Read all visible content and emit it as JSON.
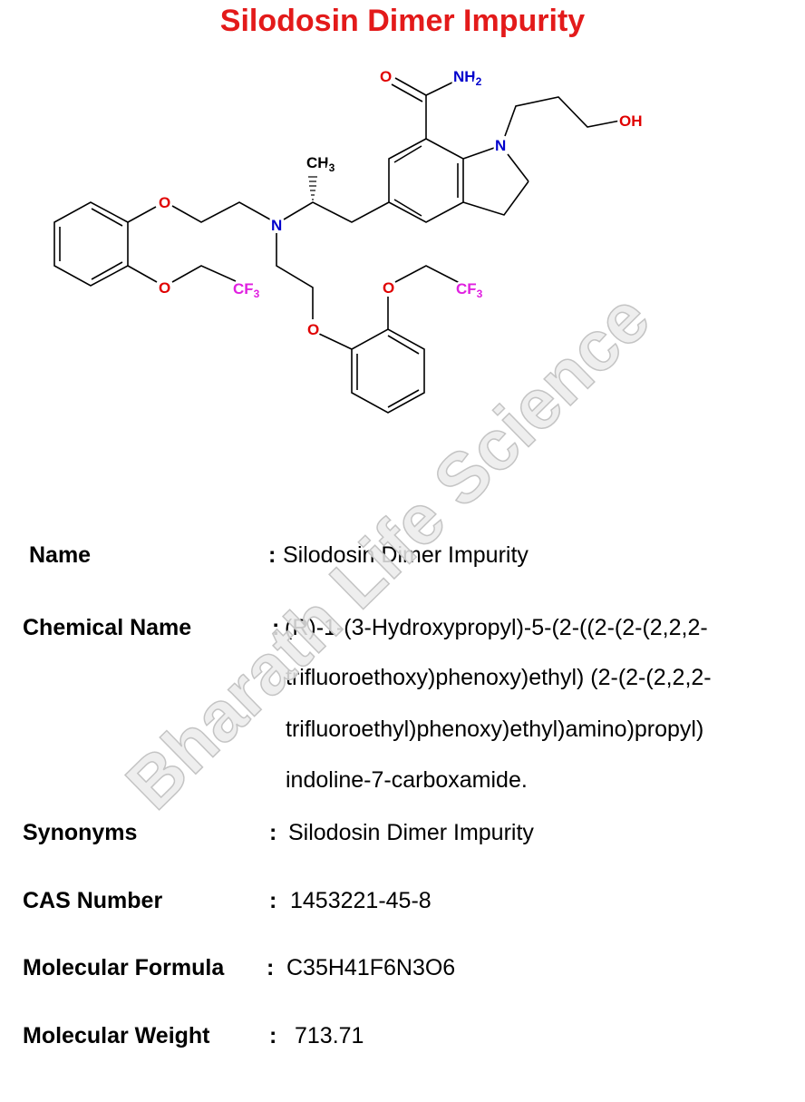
{
  "title": "Silodosin Dimer Impurity",
  "watermark": "Bharath Life Science",
  "structure": {
    "atoms": {
      "o": "O",
      "n": "N",
      "nh2": "NH",
      "nh2_sub": "2",
      "oh": "OH",
      "ch3": "CH",
      "ch3_sub": "3",
      "cf3": "CF",
      "cf3_sub": "3"
    },
    "colors": {
      "oxygen": "#e00000",
      "nitrogen": "#0000cc",
      "fluorine": "#e020e0",
      "bond": "#000000"
    }
  },
  "colors": {
    "title": "#e31a1a",
    "watermark": "#cccccc"
  },
  "details": {
    "name": {
      "label": "Name",
      "sep": ":",
      "value": "Silodosin Dimer  Impurity"
    },
    "chemical_name": {
      "label": "Chemical Name",
      "sep": ":",
      "lines": [
        "(R)-1-(3-Hydroxypropyl)-5-(2-((2-(2-(2,2,2-",
        "trifluoroethoxy)phenoxy)ethyl) (2-(2-(2,2,2-",
        "trifluoroethyl)phenoxy)ethyl)amino)propyl)",
        "indoline-7-carboxamide."
      ]
    },
    "synonyms": {
      "label": "Synonyms",
      "sep": ":",
      "value": "Silodosin Dimer  Impurity"
    },
    "cas": {
      "label": "CAS Number",
      "sep": ":",
      "value": "1453221-45-8"
    },
    "formula": {
      "label": "Molecular Formula",
      "sep": ":",
      "value": "C35H41F6N3O6"
    },
    "weight": {
      "label": "Molecular Weight",
      "sep": ":",
      "value": "713.71"
    }
  }
}
